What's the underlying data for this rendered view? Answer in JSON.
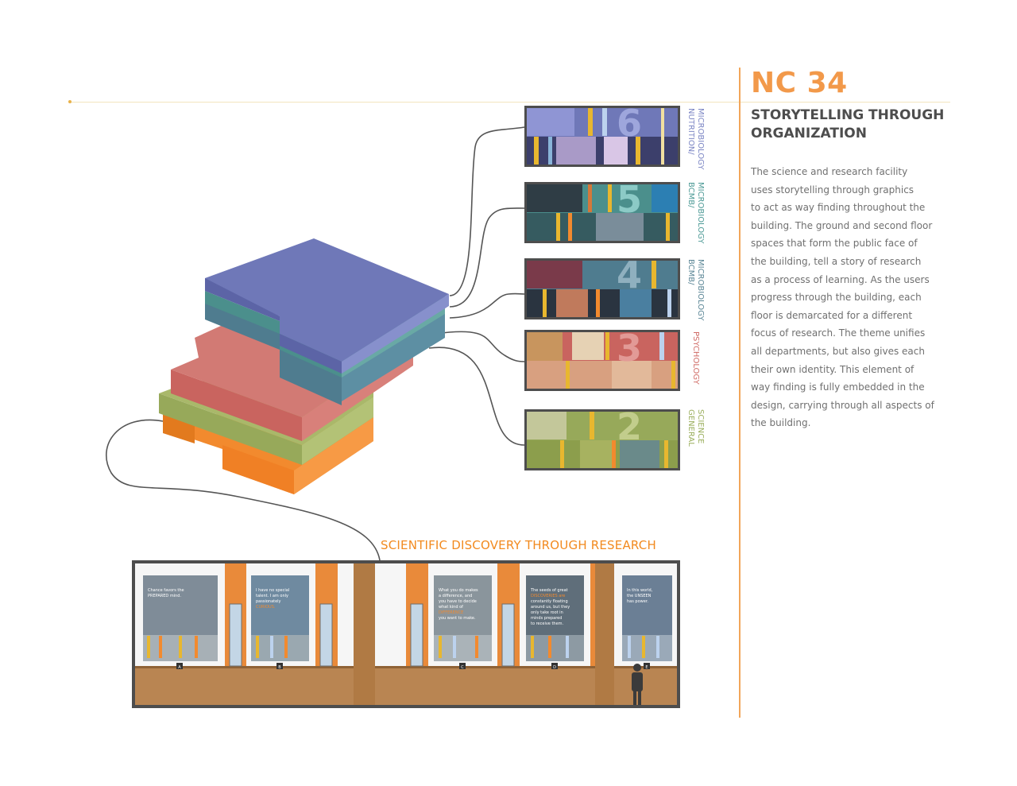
{
  "header": {
    "title": "NC 34",
    "subtitle_lines": [
      "STORYTELLING THROUGH",
      "ORGANIZATION"
    ]
  },
  "description_lines": [
    "The science and research facility",
    "uses storytelling through graphics",
    "to act as way finding throughout the",
    "building. The ground and second floor",
    "spaces that form the public face of",
    "the building, tell a story of research",
    "as a process of learning. As the users",
    "progress through the building, each",
    "floor is demarcated for a different",
    "focus of research. The theme unifies",
    "all departments, but also gives each",
    "their own identity. This element of",
    "way finding is fully embedded in the",
    "design, carrying through all aspects of",
    "the building."
  ],
  "floors": [
    {
      "number": "6",
      "label_lines": [
        "NUTRITION/",
        "MICROBIOLOGY"
      ],
      "color": "#6f78b8",
      "label_color": "#7c86c4"
    },
    {
      "number": "5",
      "label_lines": [
        "BCMB/",
        "MICROBIOLOGY"
      ],
      "color": "#4b8f8c",
      "label_color": "#4d9a96"
    },
    {
      "number": "4",
      "label_lines": [
        "BCMB/",
        "MICROBIOLOGY"
      ],
      "color": "#4f7c8f",
      "label_color": "#5b8696"
    },
    {
      "number": "3",
      "label_lines": [
        "PSYCHOLOGY"
      ],
      "color": "#c9645f",
      "label_color": "#d06a64"
    },
    {
      "number": "2",
      "label_lines": [
        "GENERAL",
        "SCIENCE"
      ],
      "color": "#97a95a",
      "label_color": "#9aae5c"
    }
  ],
  "elevation": {
    "title": "SCIENTIFIC DISCOVERY THROUGH RESEARCH",
    "posters": [
      {
        "tag": "A",
        "lines": [
          "Chance favors the",
          "PREPARED mind."
        ],
        "highlight": "PREPARED"
      },
      {
        "tag": "B",
        "lines": [
          "I have no special",
          "talent. I am only",
          "passionately",
          "CURIOUS."
        ],
        "highlight": "CURIOUS."
      },
      {
        "tag": "C",
        "lines": [
          "What you do makes",
          "a difference, and",
          "you have to decide",
          "what kind of",
          "DIFFERENCE",
          "you want to make."
        ],
        "highlight": "DIFFERENCE"
      },
      {
        "tag": "D",
        "lines": [
          "The seeds of great",
          "DISCOVERIES are",
          "constantly floating",
          "around us, but they",
          "only take root in",
          "minds prepared",
          "to receive them."
        ],
        "highlight": "DISCOVERIES"
      },
      {
        "tag": "E",
        "lines": [
          "In this world,",
          "the UNSEEN",
          "has power."
        ],
        "highlight": "UNSEEN"
      }
    ]
  },
  "colors": {
    "accent": "#f2994a",
    "floor6": "#6f78b8",
    "floor5": "#4b8f8c",
    "floor4": "#4f7c8f",
    "floor3": "#c9645f",
    "floor2": "#97a95a",
    "floor1": "#f28a2e"
  }
}
